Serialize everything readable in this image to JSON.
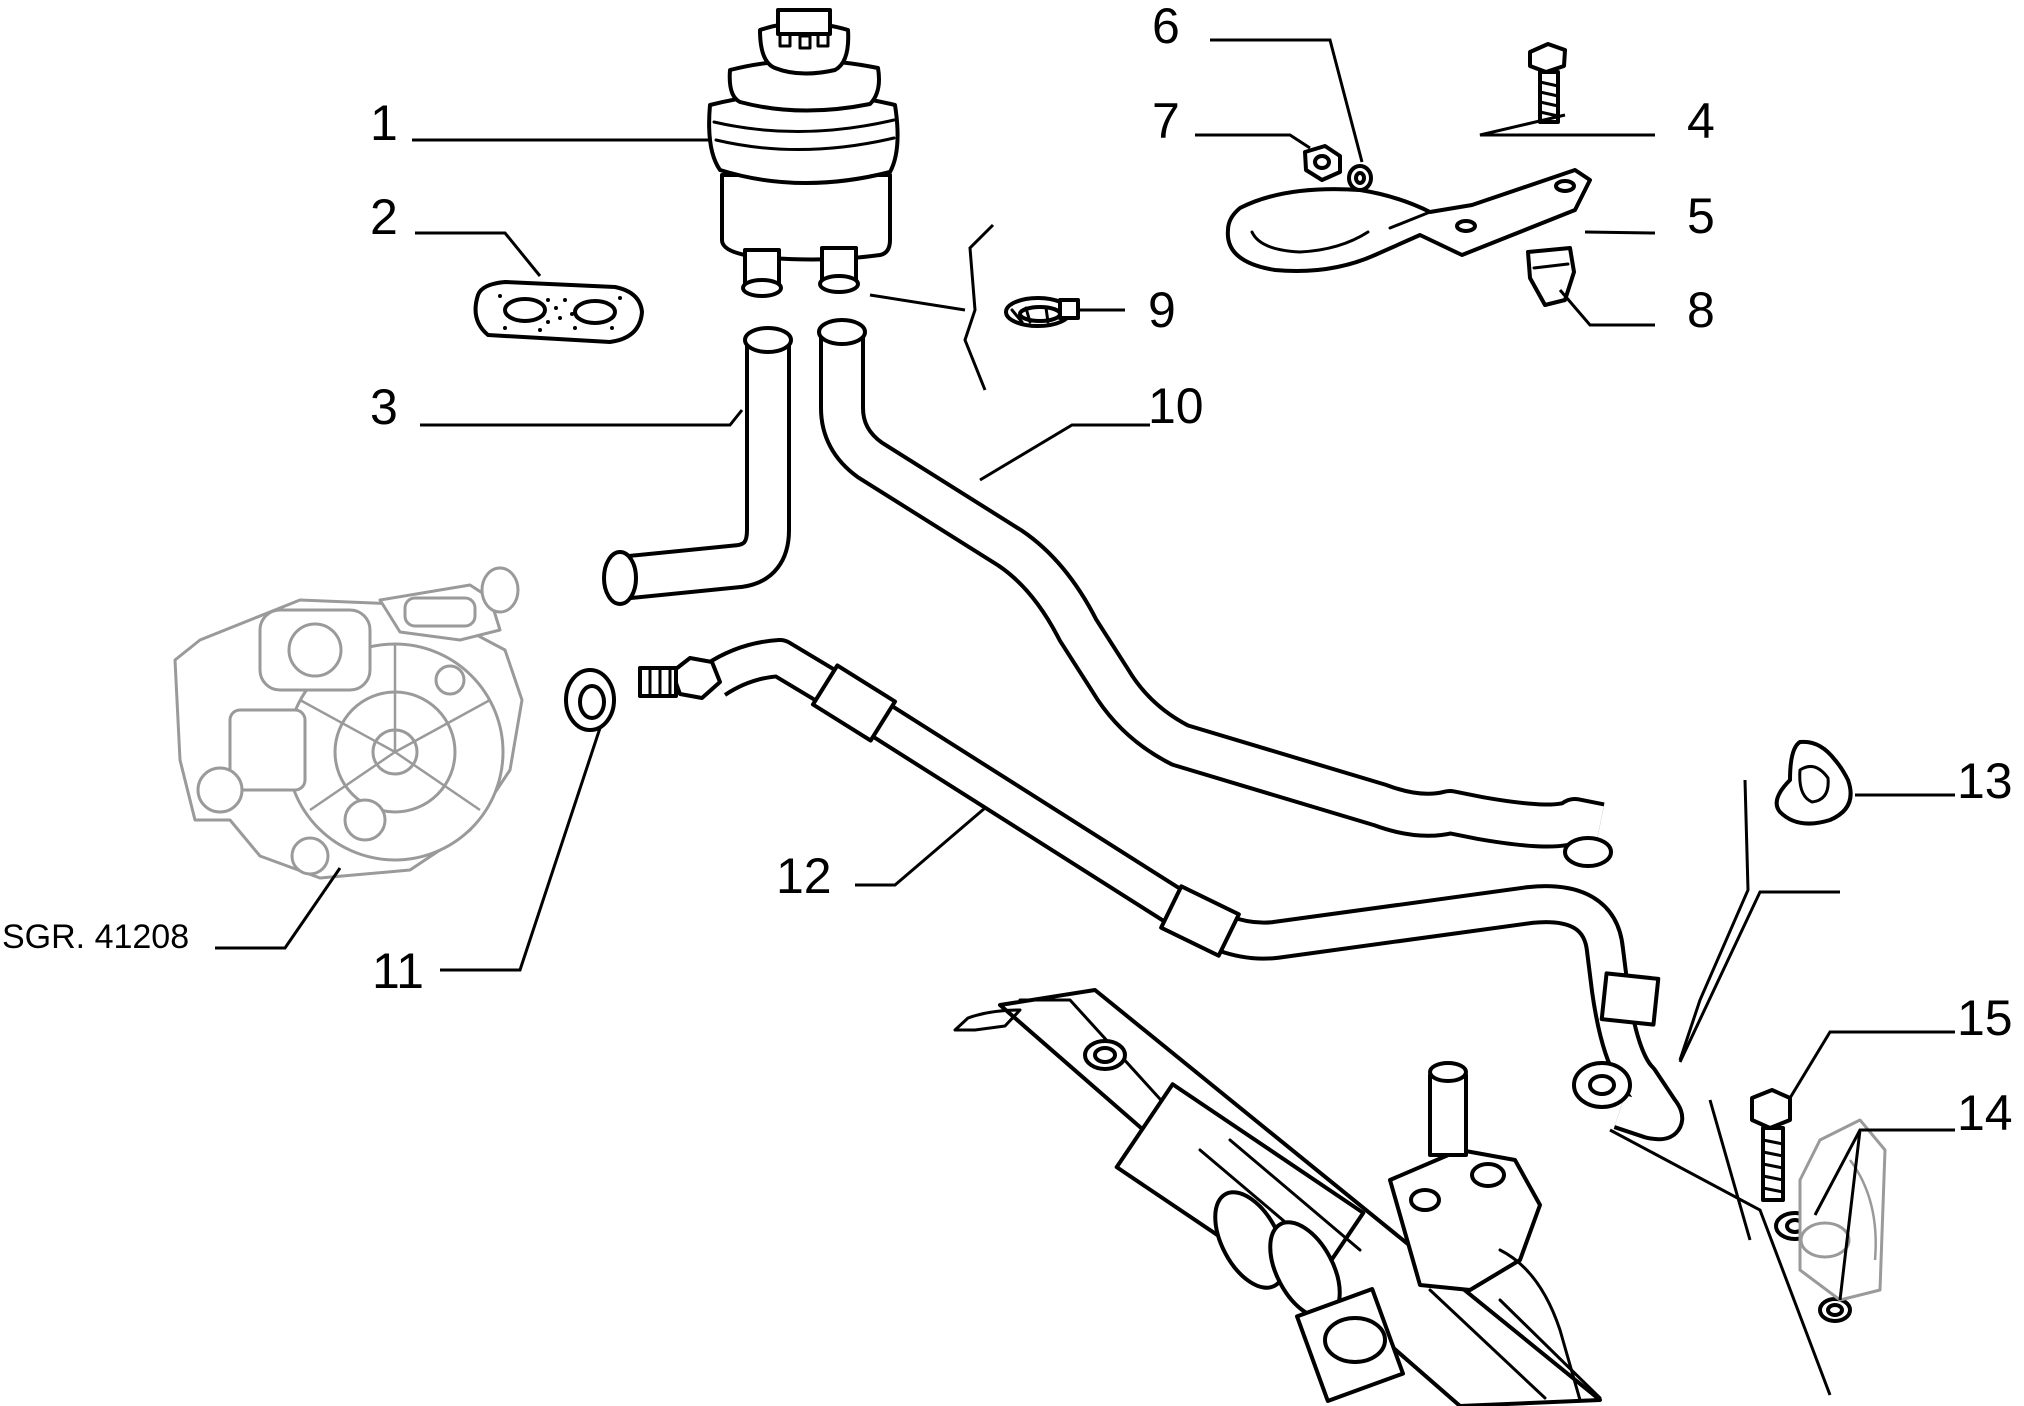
{
  "diagram": {
    "labels": {
      "p1": "1",
      "p2": "2",
      "p3": "3",
      "p4": "4",
      "p5": "5",
      "p6": "6",
      "p7": "7",
      "p8": "8",
      "p9": "9",
      "p10": "10",
      "p11": "11",
      "p12": "12",
      "p13": "13",
      "p14": "14",
      "p15": "15"
    },
    "reference": "SGR. 41208"
  },
  "colors": {
    "line": "#000000",
    "background": "#ffffff",
    "ghost": "#9a9a9a"
  }
}
